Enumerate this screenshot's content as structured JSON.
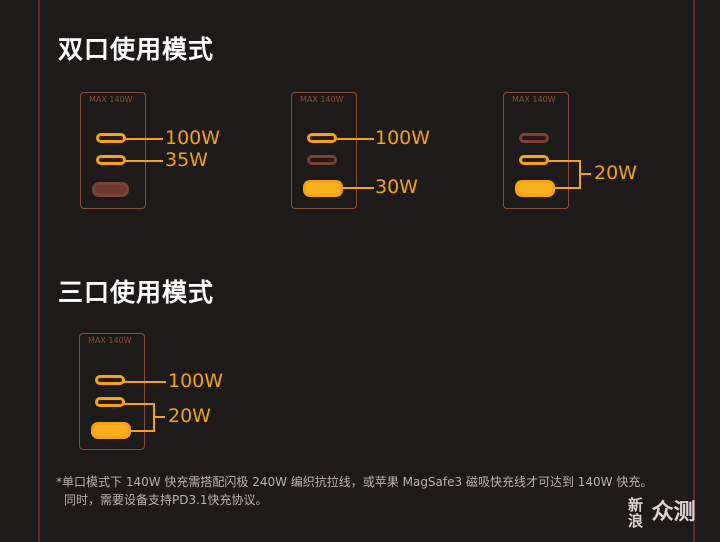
{
  "sections": {
    "dual_title": "双口使用模式",
    "triple_title": "三口使用模式"
  },
  "max_label": "MAX 140W",
  "dual": {
    "config1": {
      "p1": "100W",
      "p2": "35W"
    },
    "config2": {
      "p1": "100W",
      "p3": "30W"
    },
    "config3": {
      "shared": "20W"
    }
  },
  "triple": {
    "p1": "100W",
    "shared": "20W"
  },
  "footnote": {
    "line1": "*单口模式下 140W 快充需搭配闪极 240W 编织抗拉线，或苹果 MagSafe3 磁吸快充线才可达到 140W 快充。",
    "line2": "同时，需要设备支持PD3.1快充协议。"
  },
  "watermark": {
    "small": "新浪",
    "big": "众测"
  },
  "colors": {
    "background": "#1e1a19",
    "accent": "#f3a313",
    "outline": "#8a4d3b"
  }
}
